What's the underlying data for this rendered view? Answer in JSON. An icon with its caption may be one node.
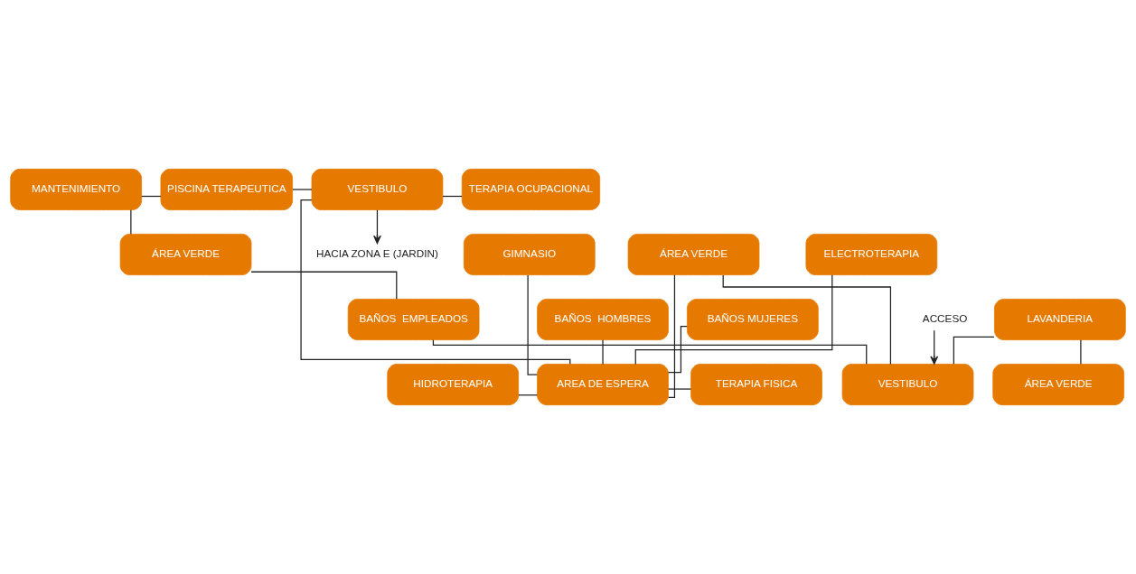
{
  "diagram": {
    "nodes": [
      {
        "text": [
          "HACIA ZONA E (JARDIN)"
        ]
      },
      {
        "text": [
          "MANTENIMIENTO"
        ]
      },
      {
        "text": [
          "PISCINA TERAPEUTICA"
        ]
      },
      {
        "text": [
          "VESTIBULO"
        ]
      },
      {
        "text": [
          "TERAPIA OCUPACIONAL"
        ]
      },
      {
        "text": [
          "ÁREA VERDE"
        ]
      },
      {
        "text": [
          "HIDROTERAPIA"
        ]
      },
      {
        "text": [
          "AREA DE ESPERA"
        ]
      },
      {
        "text": [
          "TERAPIA FISICA"
        ]
      },
      {
        "text": [
          "ÁREA VERDE"
        ]
      },
      {
        "text": [
          "GIMNASIO"
        ]
      },
      {
        "text": [
          "ÁREA VERDE"
        ]
      },
      {
        "text": [
          "ELECTROTERAPIA"
        ]
      },
      {
        "text": [
          "BAÑOS  EMPLEADOS"
        ]
      },
      {
        "text": [
          "BAÑOS  HOMBRES"
        ]
      },
      {
        "text": [
          "BAÑOS MUJERES"
        ]
      },
      {
        "text": [
          "LAVANDERIA"
        ]
      },
      {
        "text": [
          "VESTIBULO"
        ]
      },
      {
        "text": [
          "ACCESO"
        ]
      }
    ],
    "edges": [
      {
        "from": 3,
        "to": 0,
        "arrow": "to"
      },
      {
        "from": 1,
        "to": 2,
        "arrow": "none"
      },
      {
        "from": 2,
        "to": 3,
        "arrow": "none"
      },
      {
        "from": 3,
        "to": 4,
        "arrow": "none"
      },
      {
        "from": 1,
        "to": 9,
        "arrow": "none"
      },
      {
        "from": 9,
        "to": 13,
        "arrow": "none"
      },
      {
        "from": 13,
        "to": 17,
        "arrow": "none"
      },
      {
        "from": 6,
        "to": 7,
        "arrow": "none"
      },
      {
        "from": 10,
        "to": 7,
        "arrow": "none"
      },
      {
        "from": 14,
        "to": 7,
        "arrow": "none"
      },
      {
        "from": 8,
        "to": 7,
        "arrow": "none"
      },
      {
        "from": 12,
        "to": 7,
        "arrow": "none"
      },
      {
        "from": 15,
        "to": 7,
        "arrow": "none"
      },
      {
        "from": 3,
        "to": 7,
        "arrow": "none"
      },
      {
        "from": 7,
        "to": 11,
        "arrow": "none"
      },
      {
        "from": 11,
        "to": 17,
        "arrow": "none"
      },
      {
        "from": 5,
        "to": 16,
        "arrow": "none"
      },
      {
        "from": 16,
        "to": 17,
        "arrow": "none"
      },
      {
        "from": 18,
        "to": 17,
        "arrow": "to"
      }
    ]
  }
}
